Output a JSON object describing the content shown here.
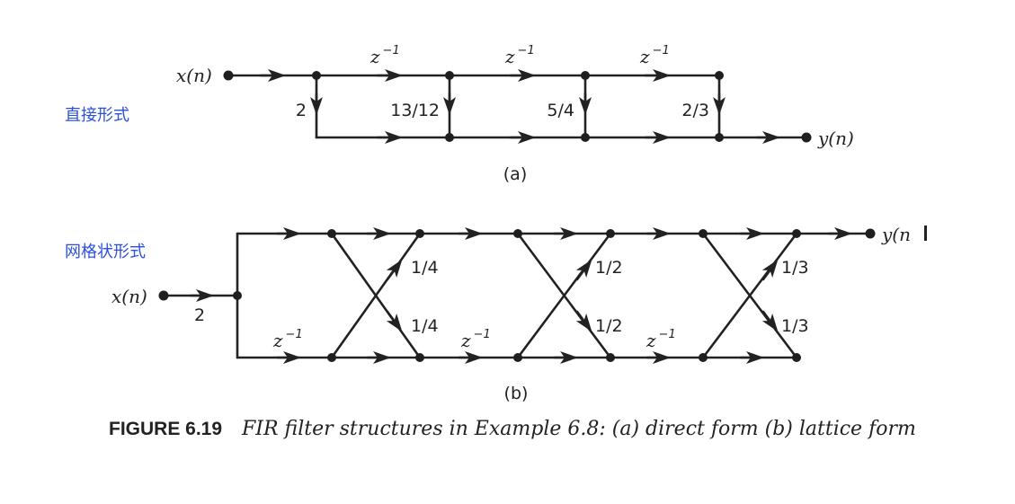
{
  "sidebar": {
    "direct_form_label": "直接形式",
    "lattice_form_label": "网格状形式"
  },
  "direct_form": {
    "input": "x(n)",
    "output": "y(n)",
    "delay": "z",
    "delay_exp": "−1",
    "coefficients": [
      "2",
      "13/12",
      "5/4",
      "2/3"
    ],
    "sublabel": "(a)"
  },
  "lattice_form": {
    "input": "x(n)",
    "output": "y(n",
    "input_gain": "2",
    "delay": "z",
    "delay_exp": "−1",
    "reflection": [
      "1/4",
      "1/2",
      "1/3"
    ],
    "sublabel": "(b)"
  },
  "caption": {
    "figure_number": "FIGURE 6.19",
    "text": "FIR filter structures in Example 6.8: (a) direct form (b) lattice form"
  }
}
